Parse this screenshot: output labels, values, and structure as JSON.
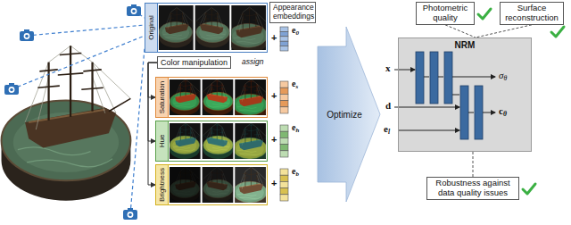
{
  "diagram": {
    "nodes": [
      {
        "text": [
          "Original"
        ]
      },
      {
        "text": [
          "Color manipulation"
        ]
      },
      {
        "text": [
          "Saturation"
        ]
      },
      {
        "text": [
          "Hue"
        ]
      },
      {
        "text": [
          "Brightness"
        ]
      },
      {
        "text": [
          "Appearance embeddings"
        ]
      },
      {
        "text": [
          "Photometric quality"
        ]
      },
      {
        "text": [
          "Surface reconstruction"
        ]
      },
      {
        "text": [
          "NRM"
        ]
      },
      {
        "text": [
          "Robustness against data quality issues"
        ]
      }
    ],
    "edges": [
      {
        "from": 1,
        "to": 2,
        "arrow": "to"
      },
      {
        "from": 1,
        "to": 3,
        "arrow": "to"
      },
      {
        "from": 1,
        "to": 4,
        "arrow": "to"
      },
      {
        "from": 6,
        "to": 8,
        "arrow": "none"
      },
      {
        "from": 7,
        "to": 8,
        "arrow": "none"
      },
      {
        "from": 9,
        "to": 8,
        "arrow": "none"
      }
    ],
    "labels": [
      "assign",
      "+",
      "e0",
      "+",
      "es",
      "+",
      "eh",
      "+",
      "eb",
      "Optimize",
      "x",
      "d",
      "el",
      "σθ",
      "cθ"
    ]
  }
}
